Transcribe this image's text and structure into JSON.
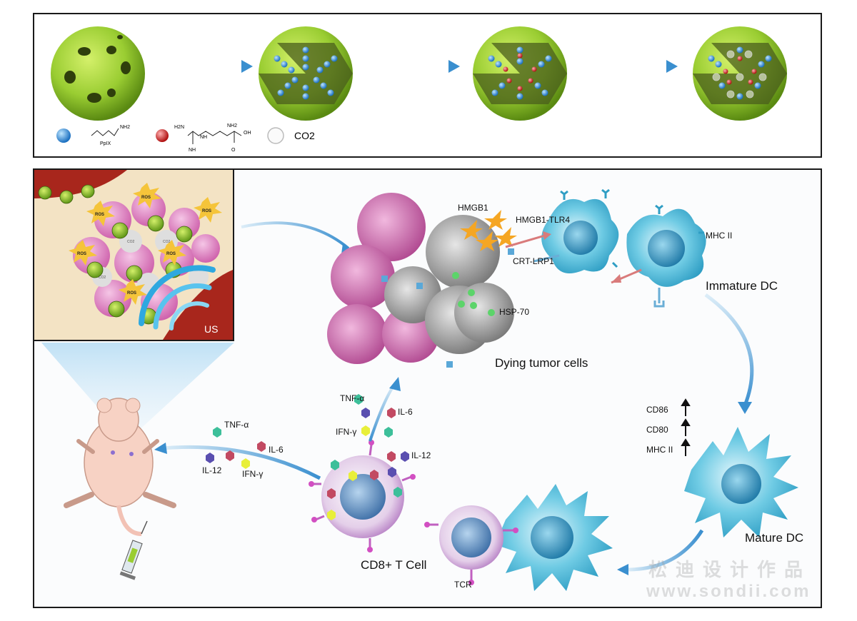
{
  "top_legend": {
    "pplx_label": "PpIX",
    "nh2_label": "NH2",
    "arg_nh_labels": [
      "H2N",
      "NH",
      "NH",
      "NH2",
      "OH"
    ],
    "arg_o_label": "O",
    "co2_label": "CO2"
  },
  "inset": {
    "ros_label": "ROS",
    "co2_small": "CO2",
    "us_label": "US"
  },
  "labels": {
    "hmgb1": "HMGB1",
    "hmgb1_tlr4": "HMGB1-TLR4",
    "crt_lrp1": "CRT-LRP1",
    "mhc2_immature": "MHC II",
    "immature_dc": "Immature DC",
    "hsp70": "HSP-70",
    "dying_tumor": "Dying tumor cells",
    "cd86": "CD86",
    "cd80": "CD80",
    "mhc2_mature": "MHC II",
    "mature_dc": "Mature DC",
    "tcr": "TCR",
    "cd8_cell": "CD8+ T Cell",
    "cyto_tnf_top": "TNF-α",
    "cyto_il6_top": "IL-6",
    "cyto_ifn_top": "IFN-γ",
    "cyto_il12_top": "IL-12",
    "cyto_tnf_left": "TNF-α",
    "cyto_il6_left": "IL-6",
    "cyto_il12_left": "IL-12",
    "cyto_ifn_left": "IFN-γ"
  },
  "watermark": {
    "line1": "松迪设计作品",
    "line2": "www.sondii.com"
  },
  "colors": {
    "nanoparticle": "#9acd32",
    "pplx_bead": "#2a8fd8",
    "arg_bead": "#d42020",
    "arrow": "#4a9fd4",
    "dc_cell": "#5ec4e0",
    "tumor_live": "#d070b0",
    "tumor_dying": "#9a9a9a",
    "hmgb1_star": "#f5a623",
    "hsp70_dot": "#5cd46a",
    "mouse": "#f7d2c4"
  }
}
